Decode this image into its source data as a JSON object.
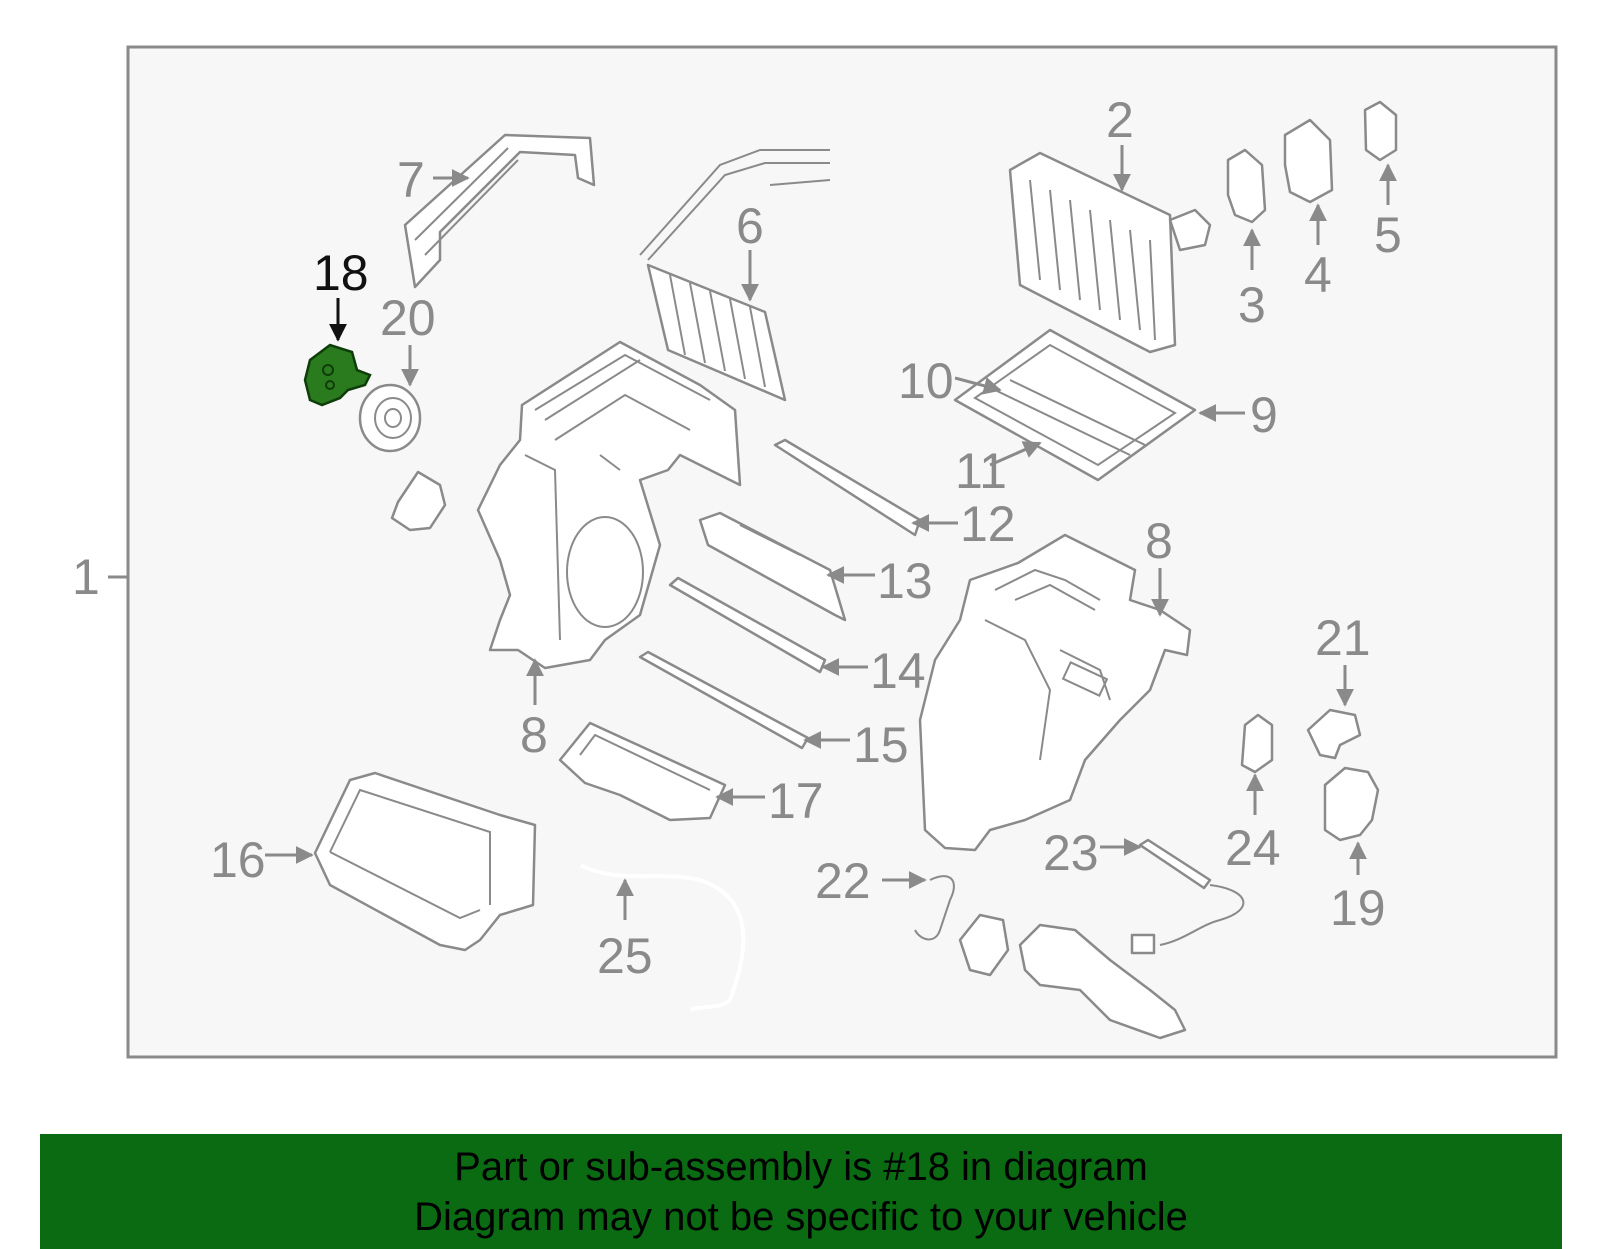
{
  "diagram": {
    "callouts": {
      "c1": "1",
      "c2": "2",
      "c3": "3",
      "c4": "4",
      "c5": "5",
      "c6": "6",
      "c7": "7",
      "c8a": "8",
      "c8b": "8",
      "c9": "9",
      "c10": "10",
      "c11": "11",
      "c12": "12",
      "c13": "13",
      "c14": "14",
      "c15": "15",
      "c16": "16",
      "c17": "17",
      "c18": "18",
      "c19": "19",
      "c20": "20",
      "c21": "21",
      "c22": "22",
      "c23": "23",
      "c24": "24",
      "c25": "25"
    },
    "highlighted_part": "18",
    "highlight_color": "#2a7a1e"
  },
  "banner": {
    "line1": "Part or sub-assembly is #18 in diagram",
    "line2": "Diagram may not be specific to your vehicle",
    "background": "#0b6b12"
  }
}
